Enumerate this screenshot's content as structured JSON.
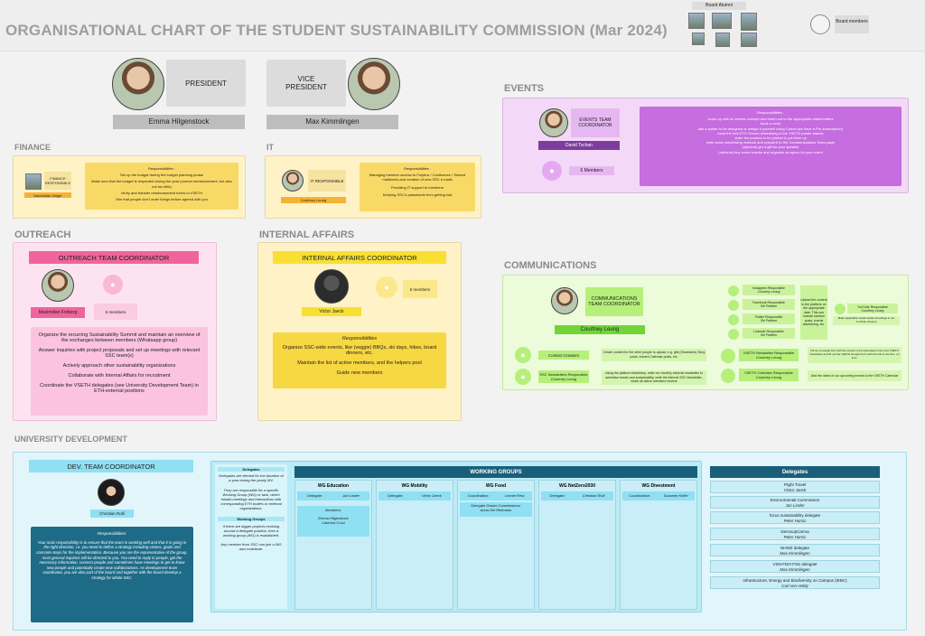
{
  "title": "ORGANISATIONAL CHART OF THE STUDENT SUSTAINABILITY COMMISSION (Mar 2024)",
  "legend": {
    "board_alumni": "Board Alumni",
    "board_members": "Board members"
  },
  "president": {
    "role": "PRESIDENT",
    "name": "Emma Hilgenstock"
  },
  "vice": {
    "role": "VICE PRESIDENT",
    "name": "Max Kimmlingen"
  },
  "finance": {
    "title": "FINANCE",
    "role": "FINANCE RESPONSIBLE",
    "name": "Maximilian Zeiger",
    "resp_title": "Responsibilities :",
    "resp": [
      "Set up the budget during the budget planning phase",
      "Make sure that the budget is respected during the year (correct reimbursement, but also not too little)",
      "Verify and transfer reimbursement forms to VSETH",
      "See that people don't order things before agreed with you"
    ]
  },
  "it": {
    "title": "IT",
    "role": "IT RESPONSIBLE",
    "name": "Courtney Leung",
    "resp_title": "Responsibilities :",
    "resp": [
      "Managing member access to Polybox / Confluence / Shared mailboxes and creation of new SSC e-mails",
      "Providing IT support to members",
      "Keeping SSC's passwords from getting lost"
    ]
  },
  "events": {
    "title": "EVENTS",
    "role": "EVENTS TEAM COORDINATOR",
    "name": "David Tschan",
    "members": "6 Members",
    "resp_title": "Responsibilities :",
    "resp": [
      "come up with an events concept and reach out to the appropriate stakeholders",
      "book a room",
      "ask a poster to be designed or design it yourself using Canva (we have a Pro subscription)",
      "book the free ETH Screen Advertising & the VSETH poster stands",
      "order the posters to be printed & put them up",
      "write some advertising material and upload it to the Communications Team page",
      "(optional) get a gift for your speaker",
      "(optional) buy some snacks and organise an apero for your event"
    ]
  },
  "outreach": {
    "title": "OUTREACH",
    "coordinator": "OUTREACH TEAM COORDINATOR",
    "name": "Maximilian Forberg",
    "members": "6 members",
    "items": [
      "Organize the recurring Sustainability Summit and maintain an overview of the exchanges between members (Whatsapp group)",
      "Answer inquiries with project proposals and set up meetings with relevant SSC team(s)",
      "Actively approach other sustainability organizations",
      "Collaborate with Internal Affairs for recruitment",
      "Coordinate the VSETH delegates (see University Development Team) in ETH-external positions"
    ]
  },
  "internal": {
    "title": "INTERNAL AFFAIRS",
    "coordinator": "INTERNAL AFFAIRS COORDINATOR",
    "name": "Victor Jaeck",
    "members": "5 members",
    "resp_title": "Responsibilities",
    "items": [
      "Organize SSC-wide events, like (veggie) BBQs, ski days, hikes, board dinners, etc.",
      "Maintain the list of active members, and the helpers pool",
      "Guide new members"
    ]
  },
  "communications": {
    "title": "COMMUNICATIONS",
    "coordinator": "COMMUNICATIONS TEAM COORDINATOR",
    "name": "Courtney Leung",
    "content_creators": "Content Creators",
    "content_desc": "Create content for the other people to upload, e.g. gifs (Sharesiers) Story posts, Advent Calendar posts, etc.",
    "newsletter_resp": "SSC Newsletters Responsible",
    "newsletter_name": "Courtney Leung",
    "newsletter_desc": "Using the platform Mailchimp, write our monthly external newsletter to advertise events and sustainability, write the internal SSC Newsletter, which all active members receive",
    "socials": [
      {
        "role": "Instagram Responsible",
        "name": "Courtney Leung"
      },
      {
        "role": "Facebook Responsible",
        "name": "Siri Pedtner"
      },
      {
        "role": "Twitter Responsible",
        "name": "Siri Pedtner"
      },
      {
        "role": "LinkedIn Responsible",
        "name": "Siri Pedtner"
      }
    ],
    "upload_desc": "Upload the content to the platform on the appropriate date. This can include random posts, events advertising, etc.",
    "youtube_role": "YouTube Responsible",
    "youtube_name": "Courtney Leung",
    "youtube_desc": "Make applicable social-media recordings in our YouTube channel",
    "vseth_news_role": "VSETH Newsletter Responsible",
    "vseth_news_name": "Courtney Leung",
    "vseth_news_desc": "Fill out a Google Doc with the content to be advertised in the next VSETH Newsletter and fill out the VSETH Google Form with the link to the Doc, on time.",
    "vseth_cal_role": "VSETH Calendar Responsible",
    "vseth_cal_name": "Courtney Leung",
    "vseth_cal_desc": "Add the dates of our upcoming events to the VSETH Calendar"
  },
  "unidev": {
    "title": "UNIVERSITY DEVELOPMENT",
    "coordinator": "DEV. TEAM COORDINATOR",
    "name": "Christian Rolli",
    "resp_title": "Responsibilities:",
    "resp": "Your main responsibility is to ensure that the team is working well and that it is going in the right direction, i.e. you need to define a strategy including visions, goals and concrete steps for the implementation. Because you are the representative of the group, most general inquiries will be directed to you. You need to reply to people, get the necessary information, connect people and sometimes have meetings to get to know new people and potentially create new collaborations. As development team coordinator, you are also part of the board and together with the board develop a strategy for whole SSC.",
    "delegates_head": "Delegates",
    "delegates_text1": "Delegates are elected for the duration of a year during the yearly MV.",
    "delegates_text2": "They are responsible for a specific Working Group (WG) or task, which entails meetings and interactions with corresponding ETH bodies or external organizations.",
    "wg_head": "Working Groups",
    "wg_text1": "If there are bigger projects evolving around a delegate position, then a working group (WG) is established.",
    "wg_text2": "Any member from SSC can join a WG and contribute.",
    "working_groups_title": "WORKING GROUPS",
    "working_groups": [
      {
        "name": "WG Education",
        "label": "Delegate:",
        "person": "Jan Linder"
      },
      {
        "name": "WG Mobility",
        "label": "Delegate:",
        "person": "Victor Jaeck"
      },
      {
        "name": "WG Food",
        "label": "Coordination:",
        "person": "Leonie Rest"
      },
      {
        "name": "WG NetZero2030",
        "label": "Delegate:",
        "person": "Christian Rolli"
      },
      {
        "name": "WG Divestment",
        "label": "Coordination:",
        "person": "Susanne Keller"
      }
    ],
    "members_label": "Members:",
    "members": [
      "Emma Hilgenstock",
      "Caterina Croci"
    ],
    "food_extra_role": "Delegate Gastro Commissions:",
    "food_extra_name": "Anna-Siri Rietmann",
    "delegates_list_title": "Delegates",
    "delegates": [
      {
        "role": "Flight Travel",
        "name": "Victor Jaeck"
      },
      {
        "role": "Environmental Commission",
        "name": "Jan Linder"
      },
      {
        "role": "focus sustainability delegate",
        "name": "Peter Horcic"
      },
      {
        "role": "DemoUpCarma",
        "name": "Peter Horcic"
      },
      {
        "role": "NHWZ delegate",
        "name": "Max Kimmlingen"
      },
      {
        "role": "VSN-FDO-FSS delegate",
        "name": "Max Kimmlingen"
      },
      {
        "role": "Infrastructure, Energy and Biodiversity on Campus (IEBC)",
        "name": "Carl von Holdy"
      }
    ]
  },
  "colors": {
    "finance": "#fff2c6",
    "it": "#fff2c6",
    "events": "#f3d9f7",
    "outreach": "#fde3f2",
    "internal": "#fff2c6",
    "comms": "#ecfbd9",
    "unidev": "#e1f5fa"
  }
}
